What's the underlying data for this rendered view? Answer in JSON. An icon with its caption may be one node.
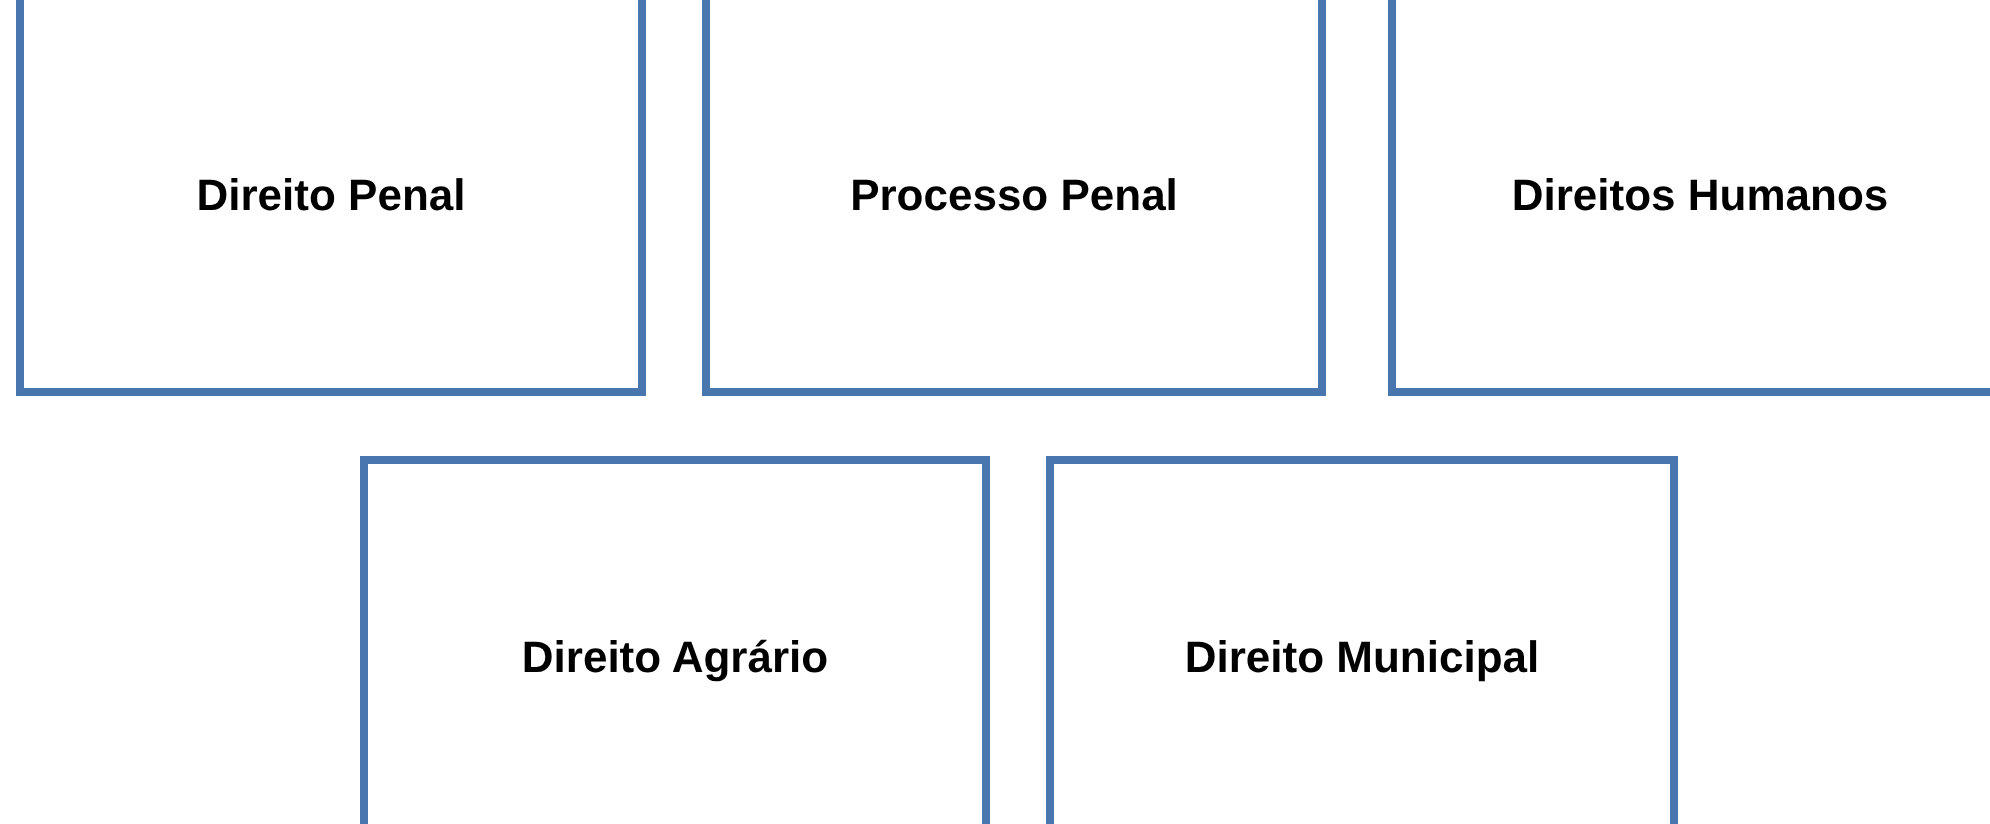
{
  "diagram": {
    "nodes": [
      {
        "text": [
          "Direito Penal"
        ]
      },
      {
        "text": [
          "Processo Penal"
        ]
      },
      {
        "text": [
          "Direitos Humanos"
        ]
      },
      {
        "text": [
          "Direito Agrário"
        ]
      },
      {
        "text": [
          "Direito Municipal"
        ]
      }
    ]
  }
}
